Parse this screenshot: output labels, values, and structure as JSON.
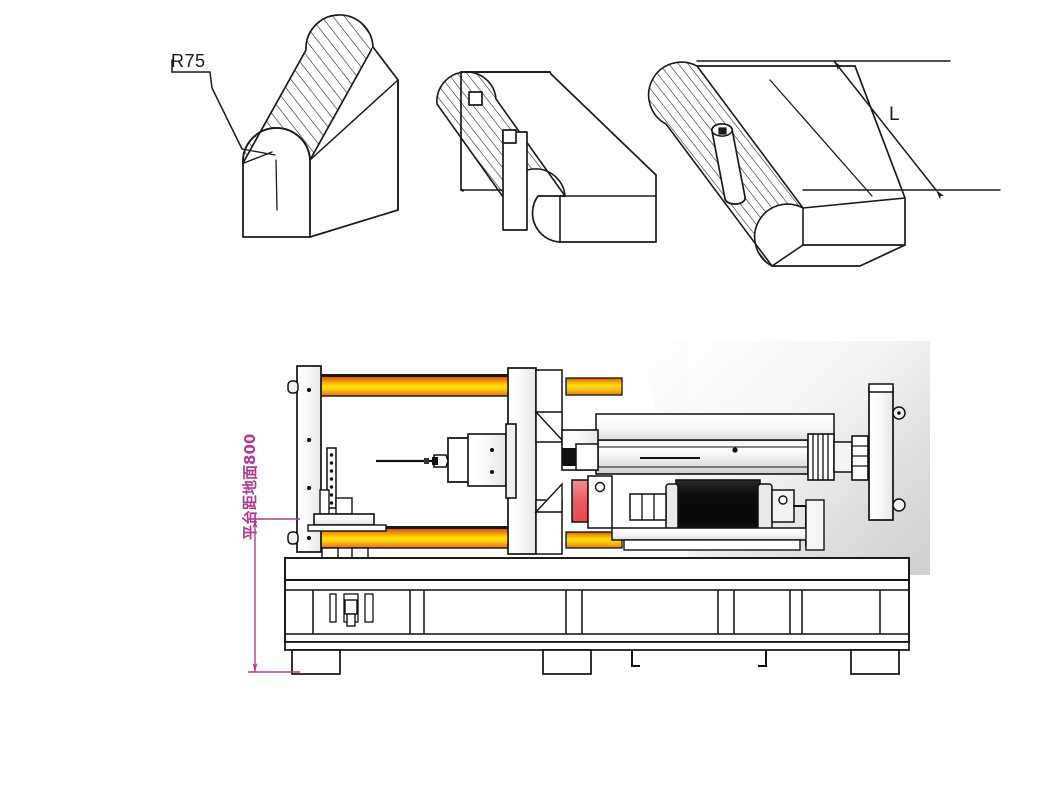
{
  "sheet": {
    "title": "Rounded-top block profile views and grinding machine elevation",
    "background_color": "#ffffff",
    "line_color": "#1a1a1a",
    "dimension_color": "#b03c8e",
    "rail_colors": [
      "#d94a0a",
      "#f5a000",
      "#ffe400",
      "#fbb03b",
      "#e07a10"
    ],
    "photo_background": "#e3e3e5",
    "motor_color": "#111111",
    "accent_red": "#f06a72"
  },
  "figures": {
    "fig1": {
      "name": "rounded-top-block-plain",
      "radius_label": "R75",
      "description": "Isometric block with semicircular ribbed top, leader line to the arc"
    },
    "fig2": {
      "name": "rounded-top-block-with-plate",
      "description": "Isometric block with rounded ribbed top and a flat end plate with two square locating holes",
      "square_features": 2
    },
    "fig3": {
      "name": "rounded-top-block-with-pin",
      "length_label": "L",
      "description": "Isometric block with rounded ribbed top, cylindrical pin on the face and overall length dimension"
    }
  },
  "machine": {
    "name": "grinding-machine-elevation",
    "height_dimension": "平台距地面800",
    "components": [
      {
        "name": "left-column",
        "label": "left column"
      },
      {
        "name": "center-column",
        "label": "center column"
      },
      {
        "name": "right-column",
        "label": "right column"
      },
      {
        "name": "upper-rail",
        "label": "upper guide rail"
      },
      {
        "name": "lower-rail",
        "label": "lower guide rail"
      },
      {
        "name": "spindle-head",
        "label": "spindle head"
      },
      {
        "name": "probe-needle",
        "label": "probe needle"
      },
      {
        "name": "drive-motor",
        "label": "drive motor"
      },
      {
        "name": "tailstock-quill",
        "label": "tailstock quill"
      },
      {
        "name": "base-frame",
        "label": "machine base frame"
      },
      {
        "name": "tool-post",
        "label": "tool post"
      }
    ]
  }
}
